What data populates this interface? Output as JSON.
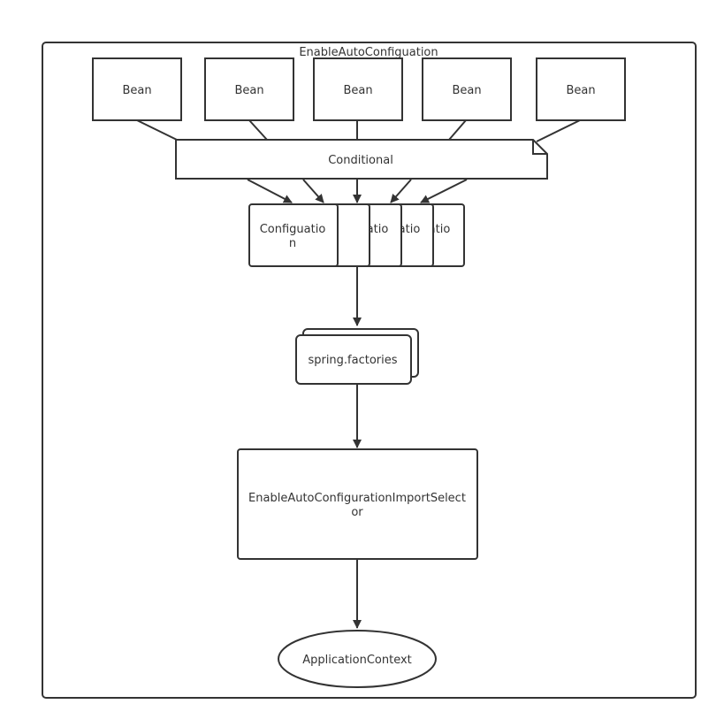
{
  "container": {
    "title": "EnableAutoConfiguation"
  },
  "beans": [
    "Bean",
    "Bean",
    "Bean",
    "Bean",
    "Bean"
  ],
  "conditional": {
    "label": "Conditional"
  },
  "configuations": {
    "front_line1": "Configuatio",
    "front_line2": "n",
    "stack_fragments": [
      "atio",
      "atio",
      "atio"
    ]
  },
  "factories": {
    "label": "spring.factories"
  },
  "selector": {
    "line1": "EnableAutoConfigurationImportSelect",
    "line2": "or"
  },
  "context": {
    "label": "ApplicationContext"
  }
}
